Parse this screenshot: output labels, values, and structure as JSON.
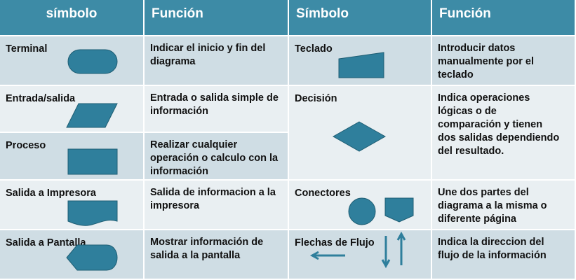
{
  "headers": [
    "símbolo",
    "Función",
    "Símbolo",
    "Función"
  ],
  "colors": {
    "header": "#3d8ba6",
    "row_dark": "#cfdde4",
    "row_light": "#e9eff2",
    "shape_fill": "#2f7f9c",
    "shape_stroke": "#1e5d73"
  },
  "left": [
    {
      "symbol": "Terminal",
      "shape": "terminal-shape",
      "function": "Indicar el inicio y fin del diagrama"
    },
    {
      "symbol": "Entrada/salida",
      "shape": "parallelogram-shape",
      "function": "Entrada o salida simple de información"
    },
    {
      "symbol": "Proceso",
      "shape": "rectangle-shape",
      "function": "Realizar cualquier operación o calculo con la información"
    },
    {
      "symbol": "Salida a Impresora",
      "shape": "document-shape",
      "function": "Salida de informacion a la impresora"
    },
    {
      "symbol": "Salida a Pantalla",
      "shape": "display-shape",
      "function": "Mostrar información de salida a la pantalla"
    }
  ],
  "right": [
    {
      "symbol": "Teclado",
      "shape": "manual-input-shape",
      "function": "Introducir datos manualmente por el teclado"
    },
    {
      "symbol": "Decisión",
      "shape": "diamond-shape",
      "function": "Indica operaciones lógicas o de comparación y tienen dos salidas dependiendo del resultado."
    },
    {
      "symbol": "Conectores",
      "shape": "connector-shapes",
      "function": "Une dos partes del diagrama a la misma o diferente página"
    },
    {
      "symbol": "Flechas de Flujo",
      "shape": "flow-arrow-icons",
      "function": "Indica la direccion del flujo de la información"
    }
  ]
}
